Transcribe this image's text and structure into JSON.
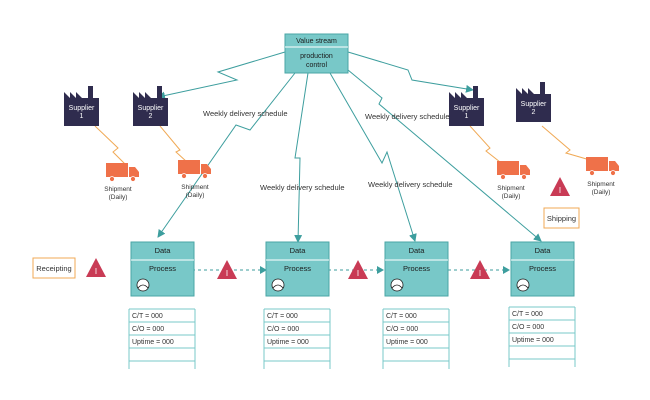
{
  "colors": {
    "teal": "#78c8c8",
    "teal_border": "#4aa6a6",
    "line": "#3d9e9e",
    "factory": "#2f2c4e",
    "truck": "#ef7149",
    "warning": "#c93b55",
    "label_box_border": "#f0a955",
    "table_border": "#78c8c8",
    "text": "#333333"
  },
  "control": {
    "title": "Value stream",
    "subtitle": "production\ncontrol"
  },
  "suppliers": [
    {
      "label": "Supplier\n2"
    },
    {
      "label": "Supplier\n1"
    },
    {
      "label": "Supplier\n1"
    },
    {
      "label": "Supplier\n2"
    }
  ],
  "shipments": [
    {
      "label": "Shipment\n(Daily)"
    },
    {
      "label": "Shipment\n(Daily)"
    },
    {
      "label": "Shipment\n(Daily)"
    },
    {
      "label": "Shipment\n(Daily)"
    }
  ],
  "schedule_labels": [
    "Weekly delivery schedule",
    "Weekly delivery schedule",
    "Weekly delivery schedule",
    "Weekly delivery schedule"
  ],
  "side_boxes": {
    "receipting": "Receipting",
    "shipping": "Shipping"
  },
  "processes": [
    {
      "data_label": "Data",
      "process_label": "Process",
      "metrics": [
        "C/T = 000",
        "C/O = 000",
        "Uptime = 000"
      ]
    },
    {
      "data_label": "Data",
      "process_label": "Process",
      "metrics": [
        "C/T = 000",
        "C/O = 000",
        "Uptime = 000"
      ]
    },
    {
      "data_label": "Data",
      "process_label": "Process",
      "metrics": [
        "C/T = 000",
        "C/O = 000",
        "Uptime = 000"
      ]
    },
    {
      "data_label": "Data",
      "process_label": "Process",
      "metrics": [
        "C/T = 000",
        "C/O = 000",
        "Uptime = 000"
      ]
    }
  ],
  "inventory_symbol": "I"
}
